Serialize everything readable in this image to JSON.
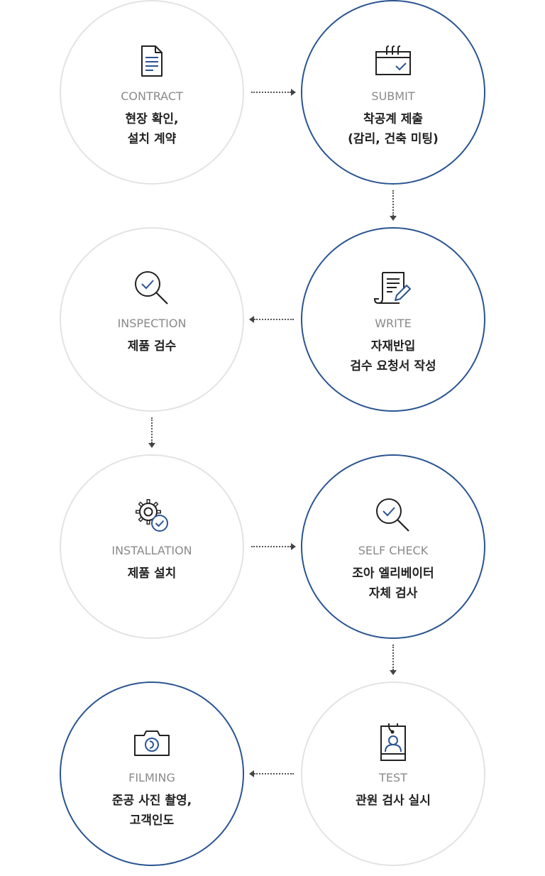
{
  "colors": {
    "accent": "#2a5592",
    "inactive_border": "#e3e3e3",
    "label": "#8a8a8a",
    "text": "#222222",
    "arrow": "#444444"
  },
  "steps": [
    {
      "label": "CONTRACT",
      "desc": "현장 확인,\n설치 계약",
      "icon": "document-icon",
      "state": "gray"
    },
    {
      "label": "SUBMIT",
      "desc": "착공계 제출\n(감리, 건축 미팅)",
      "icon": "calendar-check-icon",
      "state": "blue"
    },
    {
      "label": "INSPECTION",
      "desc": "제품 검수",
      "icon": "magnifier-check-icon",
      "state": "gray"
    },
    {
      "label": "WRITE",
      "desc": "자재반입\n검수 요청서 작성",
      "icon": "document-pen-icon",
      "state": "blue"
    },
    {
      "label": "INSTALLATION",
      "desc": "제품 설치",
      "icon": "gear-check-icon",
      "state": "gray"
    },
    {
      "label": "SELF CHECK",
      "desc": "조아 엘리베이터\n자체 검사",
      "icon": "magnifier-check-icon",
      "state": "blue"
    },
    {
      "label": "FILMING",
      "desc": "준공 사진 촬영,\n고객인도",
      "icon": "camera-icon",
      "state": "blue"
    },
    {
      "label": "TEST",
      "desc": "관원 검사 실시",
      "icon": "id-badge-icon",
      "state": "gray"
    }
  ]
}
